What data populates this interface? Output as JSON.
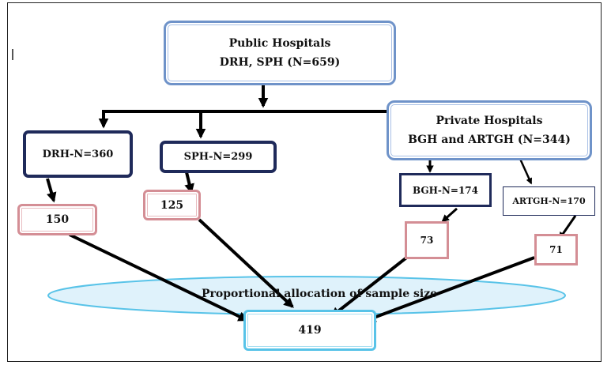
{
  "public_hospitals": {
    "line1": "Public Hospitals",
    "line2": "DRH, SPH (N=659)"
  },
  "private_hospitals": {
    "line1": "Private Hospitals",
    "line2": "BGH and ARTGH (N=344)"
  },
  "drh": {
    "label": "DRH-N=360",
    "sample": "150"
  },
  "sph": {
    "label": "SPH-N=299",
    "sample": "125"
  },
  "bgh": {
    "label": "BGH-N=174",
    "sample": "73"
  },
  "artgh": {
    "label": "ARTGH-N=170",
    "sample": "71"
  },
  "allocation": {
    "label": "Proportional allocation of sample size",
    "total": "419"
  },
  "colors": {
    "blue_border": "#6f93c9",
    "navy_border": "#1f2a5a",
    "pink_border": "#d48e95",
    "cyan_border": "#58c3e8",
    "ellipse_fill": "#dff2fb",
    "arrow": "#000000"
  }
}
